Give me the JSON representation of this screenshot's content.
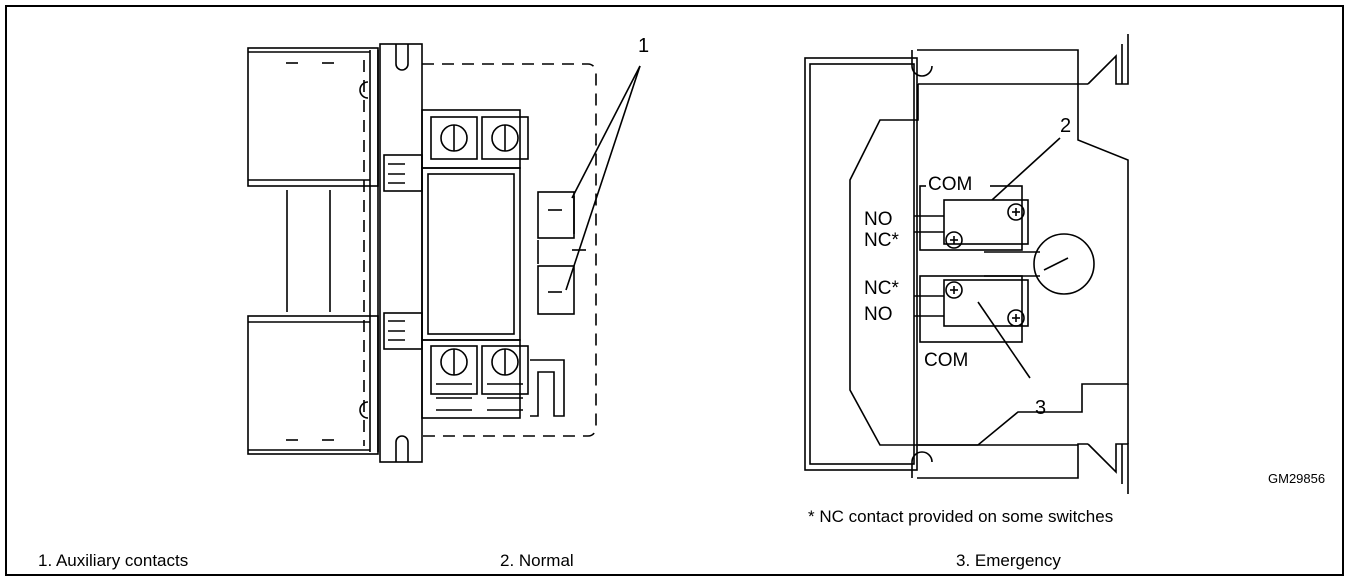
{
  "callouts": {
    "c1": "1",
    "c2": "2",
    "c3": "3"
  },
  "switch_labels": {
    "com_top": "COM",
    "no_top": "NO",
    "nc_top": "NC*",
    "nc_bottom": "NC*",
    "no_bottom": "NO",
    "com_bottom": "COM"
  },
  "footnote": "*  NC contact provided on some switches",
  "figure_id": "GM29856",
  "captions": [
    {
      "number": "1.",
      "text": "Auxiliary contacts"
    },
    {
      "number": "2.",
      "text": "Normal"
    },
    {
      "number": "3.",
      "text": "Emergency"
    }
  ],
  "caption_lines": {
    "c1": "1. Auxiliary contacts",
    "c2": "2. Normal",
    "c3": "3. Emergency"
  }
}
